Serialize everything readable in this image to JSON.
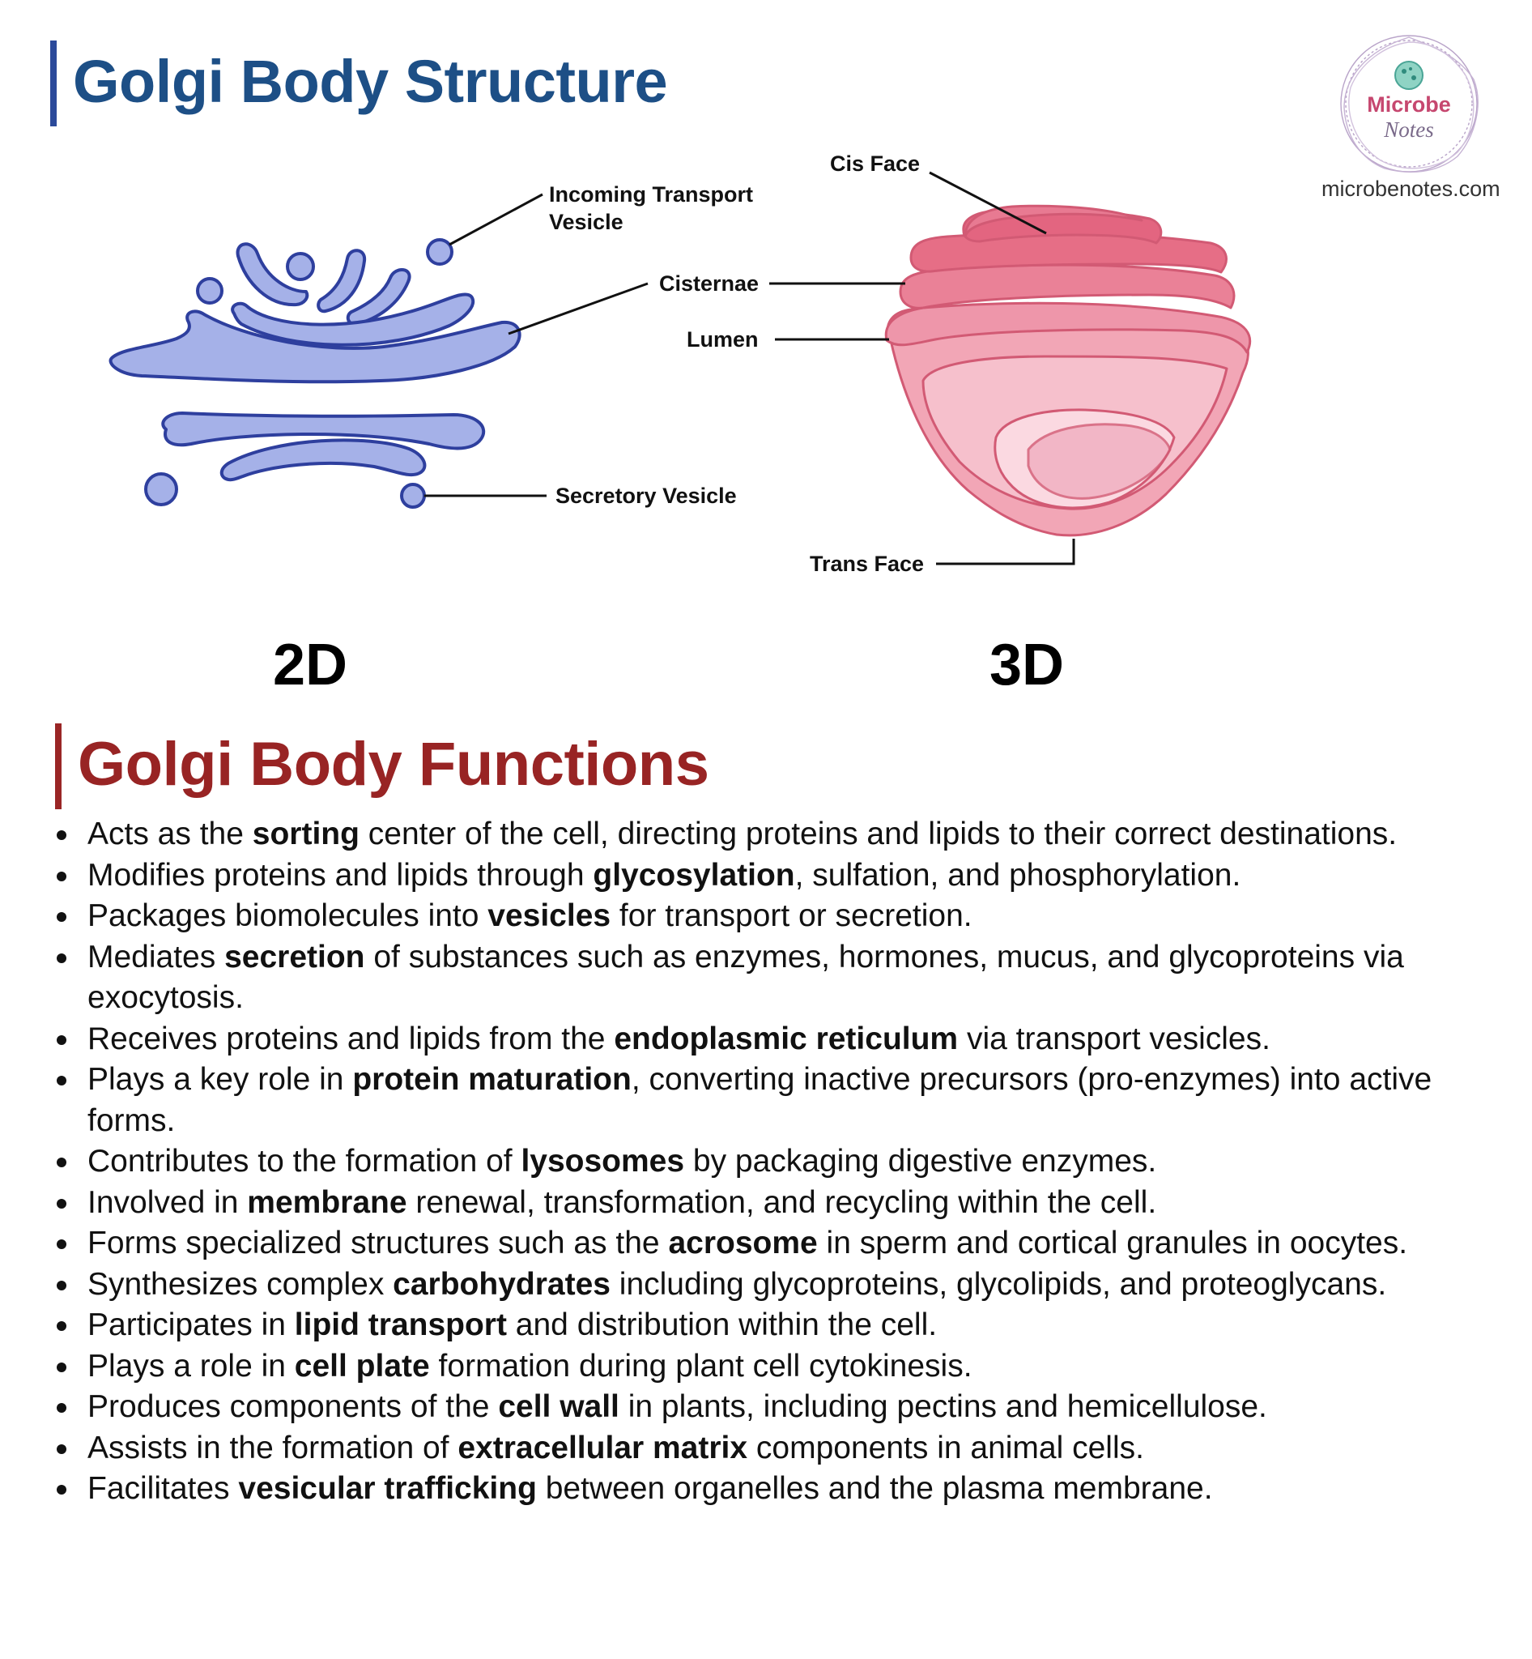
{
  "structure_title": "Golgi Body Structure",
  "functions_title": "Golgi Body Functions",
  "panel_labels": {
    "two_d": "2D",
    "three_d": "3D"
  },
  "logo": {
    "line1": "Microbe",
    "line2": "Notes",
    "site": "microbenotes.com"
  },
  "callouts_2d": {
    "incoming_line1": "Incoming Transport",
    "incoming_line2": "Vesicle",
    "cisternae": "Cisternae",
    "secretory": "Secretory Vesicle"
  },
  "callouts_3d": {
    "cis_face": "Cis Face",
    "lumen": "Lumen",
    "trans_face": "Trans Face"
  },
  "colors": {
    "structure_title": "#1d4f86",
    "functions_title": "#982424",
    "golgi_2d_fill": "#a5b1e8",
    "golgi_2d_stroke": "#2e3f9e",
    "golgi_3d_fill": "#f0a0b0",
    "golgi_3d_stroke": "#d25a74"
  },
  "functions": [
    {
      "pre": "Acts as the ",
      "bold": "sorting",
      "post": " center of the cell, directing proteins and lipids to their correct destinations."
    },
    {
      "pre": "Modifies proteins and lipids through ",
      "bold": "glycosylation",
      "post": ", sulfation, and phosphorylation."
    },
    {
      "pre": "Packages biomolecules into ",
      "bold": "vesicles",
      "post": " for transport or secretion."
    },
    {
      "pre": "Mediates ",
      "bold": "secretion",
      "post": " of substances such as enzymes, hormones, mucus, and glycoproteins via exocytosis."
    },
    {
      "pre": "Receives proteins and lipids from the ",
      "bold": "endoplasmic reticulum",
      "post": " via transport vesicles."
    },
    {
      "pre": "Plays a key role in ",
      "bold": "protein maturation",
      "post": ", converting inactive precursors (pro-enzymes) into active forms."
    },
    {
      "pre": "Contributes to the formation of ",
      "bold": "lysosomes",
      "post": " by packaging digestive enzymes."
    },
    {
      "pre": "Involved in ",
      "bold": "membrane",
      "post": " renewal, transformation, and recycling within the cell."
    },
    {
      "pre": "Forms specialized structures such as the ",
      "bold": "acrosome",
      "post": " in sperm and cortical granules in oocytes."
    },
    {
      "pre": "Synthesizes complex ",
      "bold": "carbohydrates",
      "post": " including glycoproteins, glycolipids, and proteoglycans."
    },
    {
      "pre": "Participates in ",
      "bold": "lipid transport",
      "post": " and distribution within the cell."
    },
    {
      "pre": "Plays a role in ",
      "bold": "cell plate",
      "post": " formation during plant cell cytokinesis."
    },
    {
      "pre": "Produces components of the ",
      "bold": "cell wall",
      "post": " in plants, including pectins and hemicellulose."
    },
    {
      "pre": "Assists in the formation of ",
      "bold": "extracellular matrix",
      "post": " components in animal cells."
    },
    {
      "pre": "Facilitates ",
      "bold": "vesicular trafficking",
      "post": " between organelles and the plasma membrane."
    }
  ]
}
